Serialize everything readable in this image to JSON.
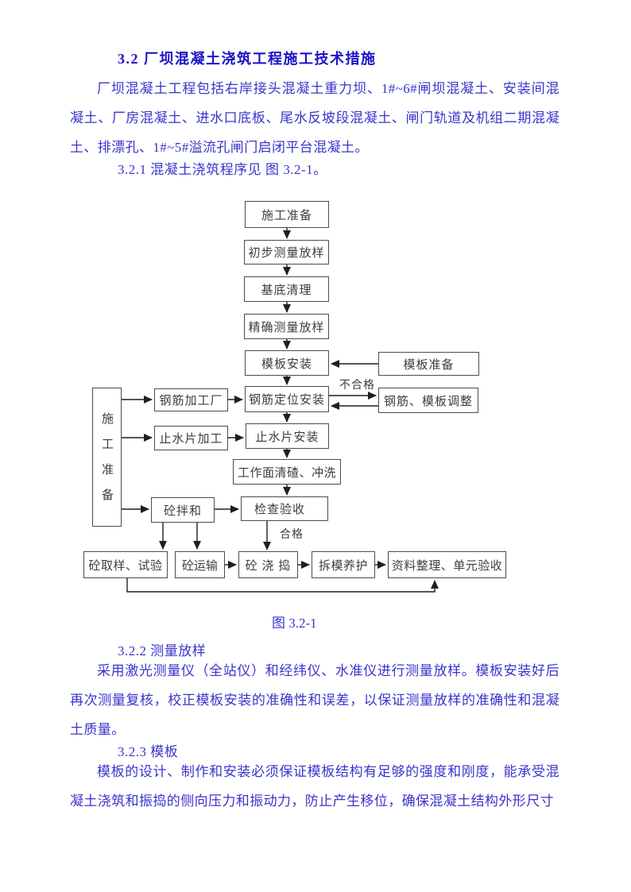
{
  "doc": {
    "heading": "3.2  厂坝混凝土浇筑工程施工技术措施",
    "para1": "厂坝混凝土工程包括右岸接头混凝土重力坝、1#~6#闸坝混凝土、安装间混凝土、厂房混凝土、进水口底板、尾水反坡段混凝土、闸门轨道及机组二期混凝土、排漂孔、1#~5#溢流孔闸门启闭平台混凝土。",
    "section_321": "3.2.1  混凝土浇筑程序见 图 3.2-1。",
    "figure_caption": "图 3.2-1",
    "section_322": "3.2.2  测量放样",
    "para2": "采用激光测量仪（全站仪）和经纬仪、水准仪进行测量放样。模板安装好后再次测量复核，校正模板安装的准确性和误差，以保证测量放样的准确性和混凝土质量。",
    "section_323": "3.2.3  模板",
    "para3": "模板的设计、制作和安装必须保证模板结构有足够的强度和刚度，能承受混凝土浇筑和振捣的侧向压力和振动力，防止产生移位，确保混凝土结构外形尺寸"
  },
  "colors": {
    "heading_blue": "#1b13c6",
    "body_blue": "#3a34cb",
    "chart_line": "#1f1f1f",
    "chart_text": "#3d3d3d"
  },
  "flowchart": {
    "nodes": [
      {
        "id": "prep-top",
        "label": "施工准备"
      },
      {
        "id": "initial-survey",
        "label": "初步测量放样"
      },
      {
        "id": "base-cleanup",
        "label": "基底清理"
      },
      {
        "id": "precise-survey",
        "label": "精确测量放样"
      },
      {
        "id": "formwork-install",
        "label": "模板安装"
      },
      {
        "id": "formwork-prep",
        "label": "模板准备"
      },
      {
        "id": "rebar-position",
        "label": "钢筋定位安装"
      },
      {
        "id": "rebar-adjust",
        "label": "钢筋、模板调整"
      },
      {
        "id": "prep-left",
        "label": "施工准备"
      },
      {
        "id": "rebar-plant",
        "label": "钢筋加工厂"
      },
      {
        "id": "waterstop-make",
        "label": "止水片加工"
      },
      {
        "id": "waterstop-install",
        "label": "止水片安装"
      },
      {
        "id": "surface-clean",
        "label": "工作面清碴、冲洗"
      },
      {
        "id": "concrete-mix",
        "label": "砼拌和"
      },
      {
        "id": "inspection",
        "label": "检查验收"
      },
      {
        "id": "sampling-test",
        "label": "砼取样、试验"
      },
      {
        "id": "concrete-haul",
        "label": "砼运输"
      },
      {
        "id": "concrete-pour",
        "label": "砼 浇 捣"
      },
      {
        "id": "form-removal",
        "label": "拆模养护"
      },
      {
        "id": "data-acceptance",
        "label": "资料整理、单元验收"
      }
    ],
    "edge_labels": {
      "pass": "合格",
      "fail": "不合格"
    }
  }
}
